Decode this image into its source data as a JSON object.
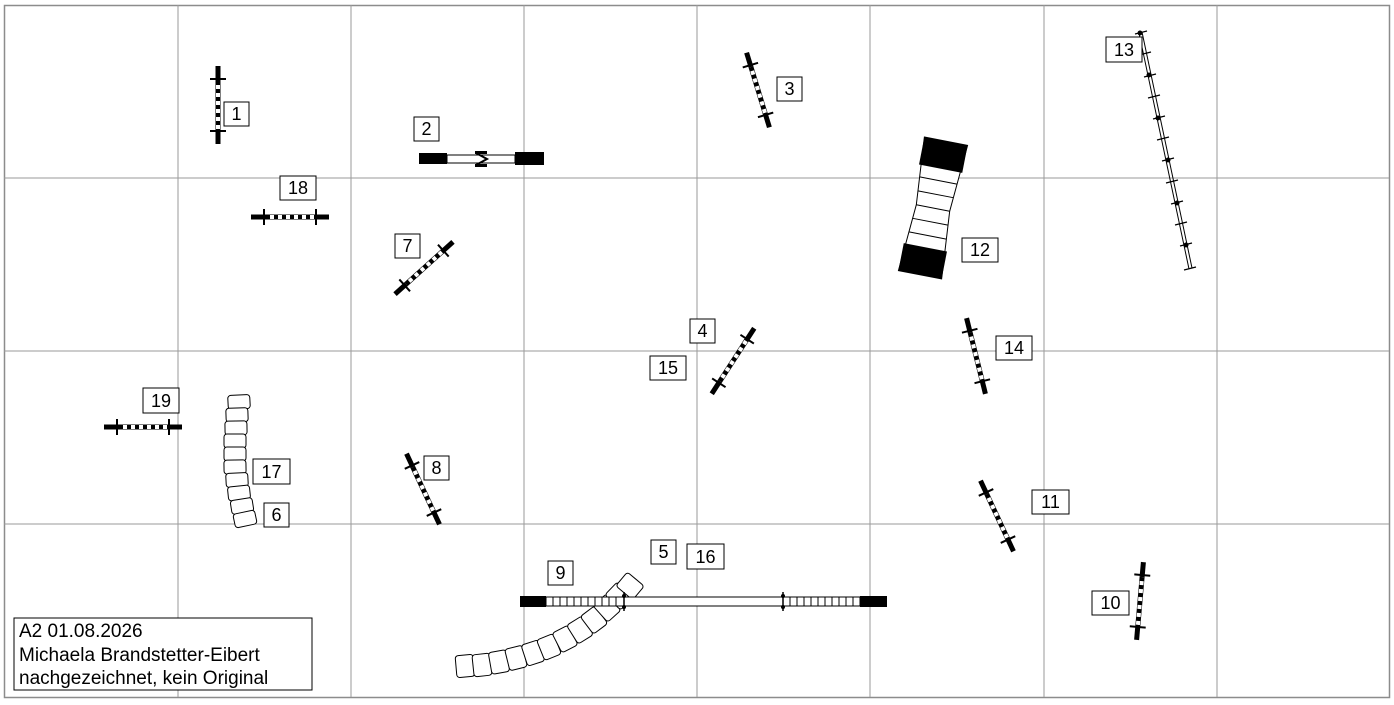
{
  "course": {
    "labels": [
      {
        "id": "n1",
        "text": "1"
      },
      {
        "id": "n2",
        "text": "2"
      },
      {
        "id": "n3",
        "text": "3"
      },
      {
        "id": "n4",
        "text": "4"
      },
      {
        "id": "n5",
        "text": "5"
      },
      {
        "id": "n6",
        "text": "6"
      },
      {
        "id": "n7",
        "text": "7"
      },
      {
        "id": "n8",
        "text": "8"
      },
      {
        "id": "n9",
        "text": "9"
      },
      {
        "id": "n10",
        "text": "10"
      },
      {
        "id": "n11",
        "text": "11"
      },
      {
        "id": "n12",
        "text": "12"
      },
      {
        "id": "n13",
        "text": "13"
      },
      {
        "id": "n14",
        "text": "14"
      },
      {
        "id": "n15",
        "text": "15"
      },
      {
        "id": "n16",
        "text": "16"
      },
      {
        "id": "n17",
        "text": "17"
      },
      {
        "id": "n18",
        "text": "18"
      },
      {
        "id": "n19",
        "text": "19"
      }
    ]
  },
  "legend": {
    "line1": "A2 01.08.2026",
    "line2": "Michaela Brandstetter-Eibert",
    "line3": "nachgezeichnet, kein Original"
  }
}
